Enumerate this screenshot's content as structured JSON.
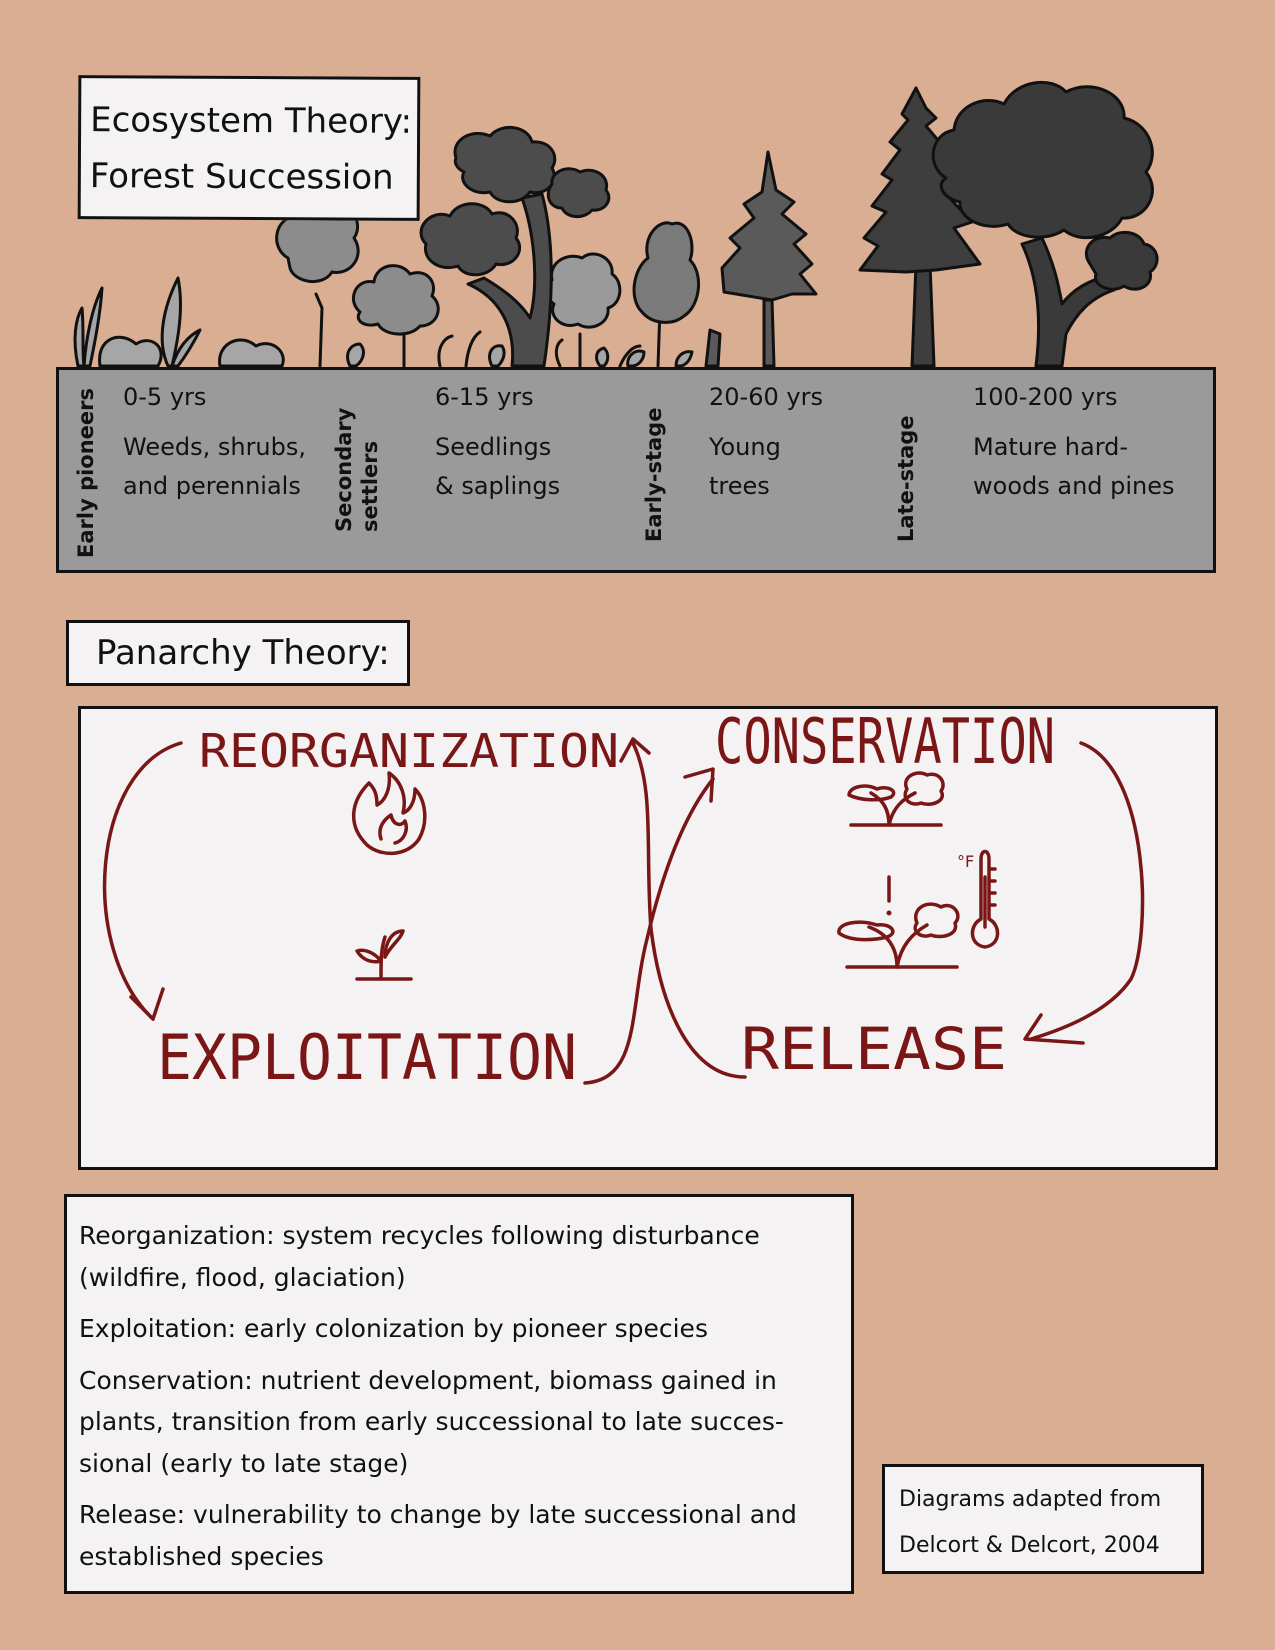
{
  "header": {
    "title_line1": "Ecosystem Theory:",
    "title_line2": "Forest Succession"
  },
  "stages": [
    {
      "label": "Early pioneers",
      "years": "0-5 yrs",
      "description": "Weeds, shrubs,\nand perennials"
    },
    {
      "label": "Secondary settlers",
      "years": "6-15 yrs",
      "description": "Seedlings\n& saplings"
    },
    {
      "label": "Early-stage",
      "years": "20-60 yrs",
      "description": "Young\ntrees"
    },
    {
      "label": "Late-stage",
      "years": "100-200 yrs",
      "description": "Mature hard-\nwoods and pines"
    }
  ],
  "panarchy": {
    "heading": "Panarchy Theory:",
    "phases": {
      "reorganization": "REORGANIZATION",
      "conservation": "CONSERVATION",
      "exploitation": "EXPLOITATION",
      "release": "RELEASE"
    },
    "icons": [
      "fire-icon",
      "sprout-icon",
      "mature-tree-icon",
      "stressed-tree-icon",
      "thermometer-icon"
    ],
    "thermometer_unit": "°F",
    "alert_mark": "!",
    "ink_color": "#7a1616"
  },
  "notes": [
    "Reorganization: system recycles following disturbance\n(wildfire, flood, glaciation)",
    "Exploitation:  early colonization by pioneer species",
    "Conservation: nutrient development, biomass gained in\nplants, transition from early successional to late succes-\nsional (early to late stage)",
    "Release: vulnerability to change by late successional and\nestablished species"
  ],
  "credit": {
    "line1": "Diagrams adapted from",
    "line2": "Delcort & Delcort, 2004"
  }
}
